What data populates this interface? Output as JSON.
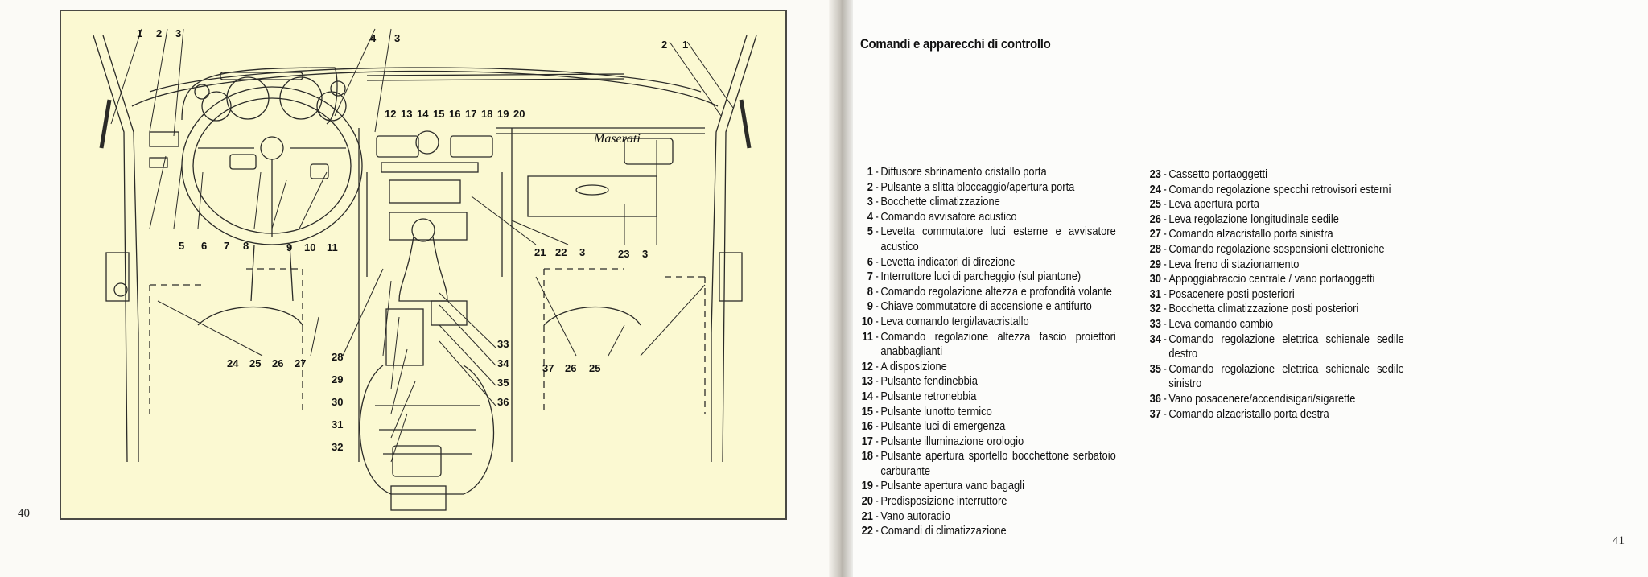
{
  "document": {
    "left_page_number": "40",
    "right_page_number": "41",
    "title": "Comandi e apparecchi di controllo"
  },
  "diagram": {
    "logo_text": "Maserati",
    "callouts": [
      "1",
      "2",
      "3",
      "4",
      "3",
      "2",
      "1",
      "12",
      "13",
      "14",
      "15",
      "16",
      "17",
      "18",
      "19",
      "20",
      "5",
      "6",
      "7",
      "8",
      "9",
      "10",
      "11",
      "21",
      "22",
      "3",
      "23",
      "3",
      "24",
      "25",
      "26",
      "27",
      "28",
      "29",
      "30",
      "31",
      "32",
      "33",
      "34",
      "35",
      "36",
      "37",
      "26",
      "25"
    ]
  },
  "legend": {
    "items": [
      {
        "num": "1",
        "text": "Diffusore sbrinamento cristallo porta"
      },
      {
        "num": "2",
        "text": "Pulsante a slitta bloccaggio/apertura porta"
      },
      {
        "num": "3",
        "text": "Bocchette climatizzazione"
      },
      {
        "num": "4",
        "text": "Comando avvisatore acustico"
      },
      {
        "num": "5",
        "text": "Levetta commutatore luci esterne e avvisatore acustico"
      },
      {
        "num": "6",
        "text": "Levetta indicatori di direzione"
      },
      {
        "num": "7",
        "text": "Interruttore luci di parcheggio (sul piantone)"
      },
      {
        "num": "8",
        "text": "Comando regolazione altezza e profondità volante"
      },
      {
        "num": "9",
        "text": "Chiave commutatore di accensione e antifurto"
      },
      {
        "num": "10",
        "text": "Leva comando tergi/lavacristallo"
      },
      {
        "num": "11",
        "text": "Comando regolazione altezza fascio proiettori anabbaglianti"
      },
      {
        "num": "12",
        "text": "A disposizione"
      },
      {
        "num": "13",
        "text": "Pulsante fendinebbia"
      },
      {
        "num": "14",
        "text": "Pulsante retronebbia"
      },
      {
        "num": "15",
        "text": "Pulsante lunotto termico"
      },
      {
        "num": "16",
        "text": "Pulsante luci di emergenza"
      },
      {
        "num": "17",
        "text": "Pulsante illuminazione orologio"
      },
      {
        "num": "18",
        "text": "Pulsante apertura sportello bocchettone serbatoio carburante"
      },
      {
        "num": "19",
        "text": "Pulsante apertura vano bagagli"
      },
      {
        "num": "20",
        "text": "Predisposizione interruttore"
      },
      {
        "num": "21",
        "text": "Vano autoradio"
      },
      {
        "num": "22",
        "text": "Comandi di climatizzazione"
      },
      {
        "num": "23",
        "text": "Cassetto portaoggetti"
      },
      {
        "num": "24",
        "text": "Comando regolazione specchi retrovisori esterni"
      },
      {
        "num": "25",
        "text": "Leva apertura porta"
      },
      {
        "num": "26",
        "text": "Leva regolazione longitudinale sedile"
      },
      {
        "num": "27",
        "text": "Comando alzacristallo porta sinistra"
      },
      {
        "num": "28",
        "text": "Comando regolazione sospensioni elettroniche"
      },
      {
        "num": "29",
        "text": "Leva freno di stazionamento"
      },
      {
        "num": "30",
        "text": "Appoggiabraccio centrale / vano portaoggetti"
      },
      {
        "num": "31",
        "text": "Posacenere posti posteriori"
      },
      {
        "num": "32",
        "text": "Bocchetta climatizzazione posti posteriori"
      },
      {
        "num": "33",
        "text": "Leva comando cambio"
      },
      {
        "num": "34",
        "text": "Comando regolazione elettrica schienale sedile destro"
      },
      {
        "num": "35",
        "text": "Comando regolazione elettrica schienale sedile sinistro"
      },
      {
        "num": "36",
        "text": "Vano posacenere/accendisigari/sigarette"
      },
      {
        "num": "37",
        "text": "Comando alzacristallo porta destra"
      }
    ]
  }
}
